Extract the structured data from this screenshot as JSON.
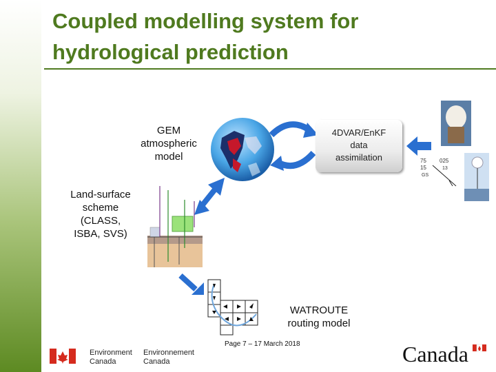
{
  "slide": {
    "title_line1": "Coupled modelling system for",
    "title_line2": "hydrological prediction"
  },
  "labels": {
    "gem": [
      "GEM",
      "atmospheric",
      "model"
    ],
    "assim": [
      "4DVAR/EnKF",
      "data",
      "assimilation"
    ],
    "landsurface": [
      "Land-surface",
      "scheme",
      "(CLASS,",
      "ISBA, SVS)"
    ],
    "watroute": [
      "WATROUTE",
      "routing model"
    ]
  },
  "footer": {
    "page_info": "Page 7 – 17 March 2018",
    "dept_en": [
      "Environment",
      "Canada"
    ],
    "dept_fr": [
      "Environnement",
      "Canada"
    ],
    "wordmark": "Canada"
  },
  "colors": {
    "title_green": "#4f7a1f",
    "arrow_blue": "#2a6fd0",
    "flag_red": "#d52b1e"
  }
}
